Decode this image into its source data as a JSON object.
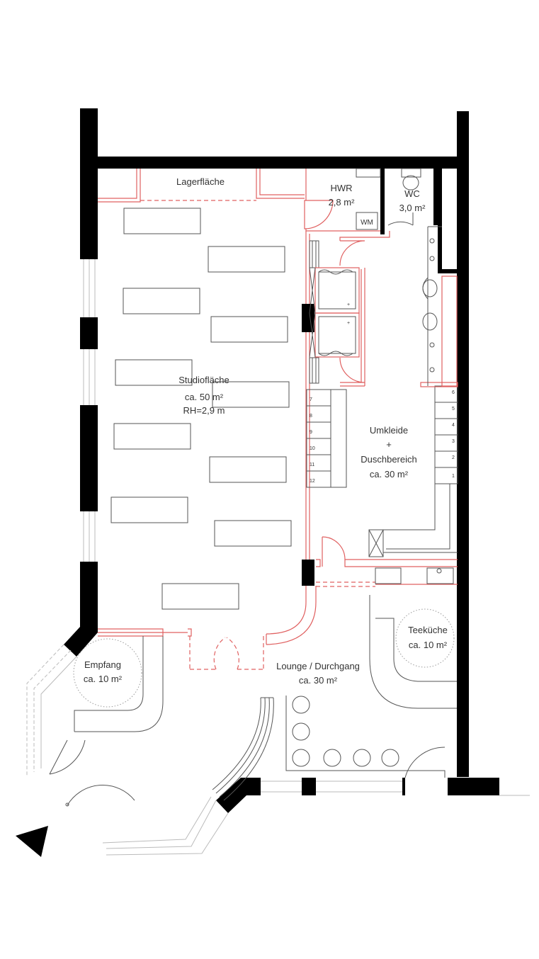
{
  "rooms": {
    "lager": {
      "name": "Lagerfläche"
    },
    "hwr": {
      "name": "HWR",
      "area": "2,8 m²"
    },
    "wc": {
      "name": "WC",
      "area": "3,0 m²"
    },
    "studio": {
      "name": "Studiofläche",
      "area": "ca. 50 m²",
      "height": "RH=2,9 m"
    },
    "umkleide": {
      "name": "Umkleide",
      "plus": "+",
      "name2": "Duschbereich",
      "area": "ca. 30 m²"
    },
    "teekueche": {
      "name": "Teeküche",
      "area": "ca. 10 m²"
    },
    "empfang": {
      "name": "Empfang",
      "area": "ca. 10 m²"
    },
    "lounge": {
      "name": "Lounge / Durchgang",
      "area": "ca. 30 m²"
    }
  },
  "fixtures": {
    "wm_label": "WM",
    "lockers_left": [
      "7",
      "8",
      "9",
      "10",
      "11",
      "12"
    ],
    "lockers_right": [
      "6",
      "5",
      "4",
      "3",
      "2",
      "1"
    ]
  },
  "colors": {
    "wall": "#000000",
    "new_partition": "#e06060",
    "furniture": "#555555",
    "window": "#bbbbbb"
  },
  "icons": {
    "north_arrow": "triangle-arrow-icon"
  }
}
